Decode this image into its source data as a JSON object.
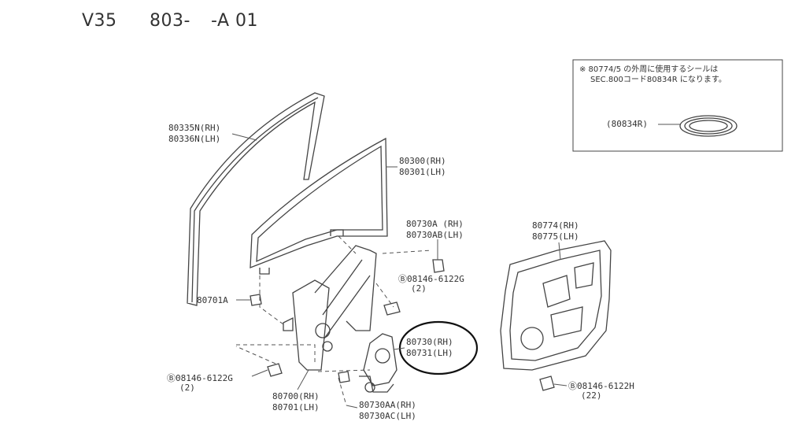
{
  "header": {
    "model": "V35",
    "section": "803-",
    "page": "-A 01"
  },
  "note_box": {
    "line1": "※ 80774/5 の外周に使用するシールは",
    "line2": "SEC.800コード80834R になります。",
    "seal_label": "(80834R)"
  },
  "labels": {
    "sash_rh": "80335N(RH)",
    "sash_lh": "80336N(LH)",
    "glass_rh": "80300(RH)",
    "glass_lh": "80301(LH)",
    "bolt_a_rh": "80730A (RH)",
    "bolt_a_lh": "80730AB(LH)",
    "bolt_6122g_top": "Ⓑ08146-6122G",
    "qty_top": "(2)",
    "clip": "80701A",
    "motor_rh": "80730(RH)",
    "motor_lh": "80731(LH)",
    "bolt_6122g_bottom": "Ⓑ08146-6122G",
    "qty_bottom": "(2)",
    "regulator_rh": "80700(RH)",
    "regulator_lh": "80701(LH)",
    "bolt_aa_rh": "80730AA(RH)",
    "bolt_aa_lh": "80730AC(LH)",
    "panel_rh": "80774(RH)",
    "panel_lh": "80775(LH)",
    "bolt_6122h": "Ⓑ08146-6122H",
    "qty_panel": "(22)"
  }
}
